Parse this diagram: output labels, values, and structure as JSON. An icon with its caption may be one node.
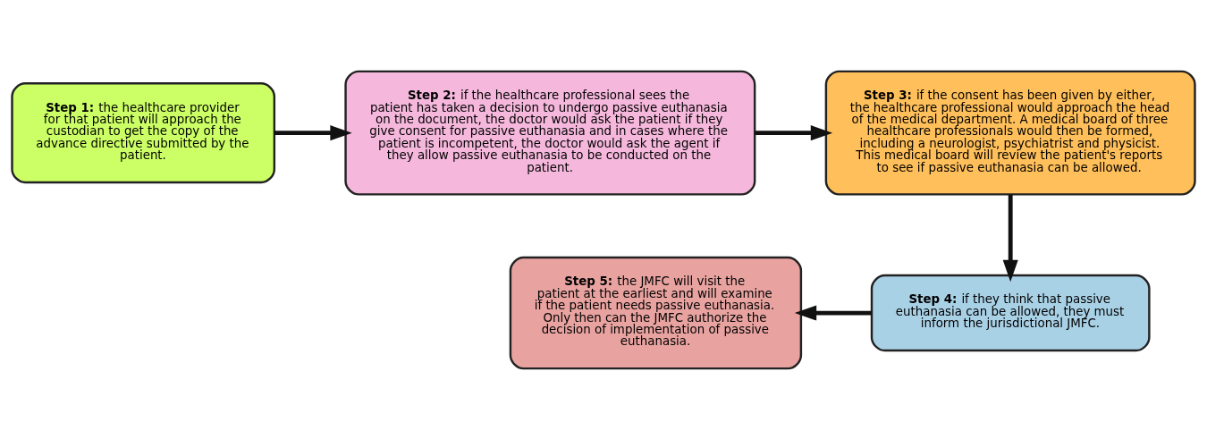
{
  "diagram": {
    "nodes": [
      {
        "text": [
          "**Step 1:** the healthcare provider for that patient will approach the custodian to get the copy of the advance directive submitted by the patient."
        ]
      },
      {
        "text": [
          "**Step 2:** if the healthcare professional sees the patient has taken a decision to undergo passive euthanasia on the document, the doctor would ask the patient if they give consent for passive euthanasia and in cases where the patient is incompetent, the doctor would ask the agent if they allow passive euthanasia to be conducted on the patient."
        ]
      },
      {
        "text": [
          "**Step 3:** if the consent has been given by either, the healthcare professional would approach the head of the medical department. A medical board of three healthcare professionals would then be formed, including a neurologist, psychiatrist and physicist. This medical board will review the patient's reports to see if passive euthanasia can be allowed."
        ]
      },
      {
        "text": [
          "**Step 4:** if they think that passive euthanasia can be allowed, they must inform the jurisdictional JMFC."
        ]
      },
      {
        "text": [
          "**Step 5:** the JMFC will visit the patient at the earliest and will examine if the patient needs passive euthanasia. Only then can the JMFC authorize the decision of implementation of passive euthanasia."
        ]
      }
    ],
    "edges": [
      {
        "from": 0,
        "to": 1,
        "arrow": "to"
      },
      {
        "from": 1,
        "to": 2,
        "arrow": "to"
      },
      {
        "from": 2,
        "to": 3,
        "arrow": "to"
      },
      {
        "from": 3,
        "to": 4,
        "arrow": "to"
      }
    ]
  }
}
